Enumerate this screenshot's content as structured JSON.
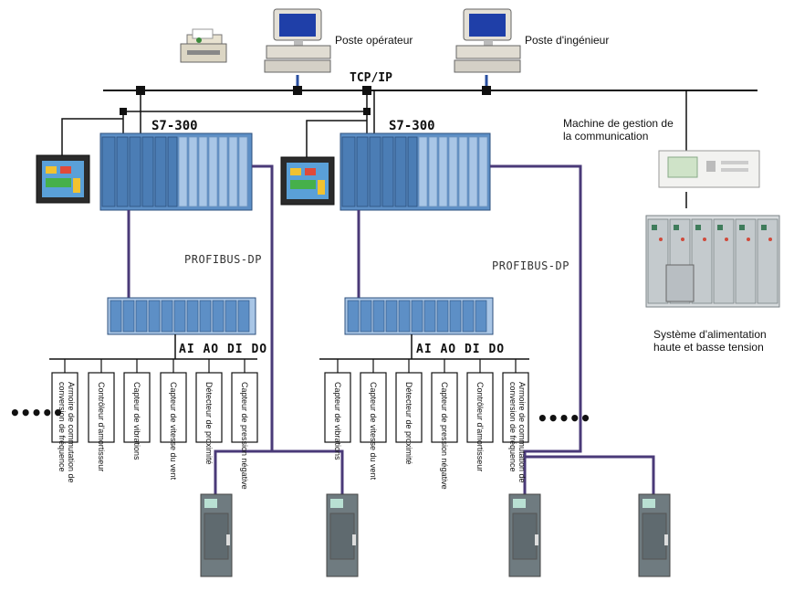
{
  "labels": {
    "poste_operateur": "Poste opérateur",
    "poste_ingenieur": "Poste d'ingénieur",
    "tcp_ip": "TCP/IP",
    "machine_gestion": "Machine de gestion de\nla communication",
    "systeme_alim": "Système d'alimentation\nhaute et basse tension",
    "s7_left": "S7-300",
    "s7_right": "S7-300",
    "profibus_left": "PROFIBUS-DP",
    "profibus_right": "PROFIBUS-DP",
    "io_left": "AI AO DI DO",
    "io_right": "AI AO DI DO",
    "ellipsis_left": "•••••",
    "ellipsis_right": "•••••"
  },
  "devices_left": [
    "Armoire de commutation de\nconversion de fréquence",
    "Contrôleur d'amortisseur",
    "Capteur de vibrations",
    "Capteur de vitesse du vent",
    "Détecteur de proximité",
    "Capteur de pression négative"
  ],
  "devices_right": [
    "Capteur de vibrations",
    "Capteur de vitesse du vent",
    "Détecteur de proximité",
    "Capteur de pression négative",
    "Contrôleur d'amortisseur",
    "Armoire de commutation de\nconversion de fréquence"
  ],
  "colors": {
    "bus": "#111111",
    "profibus_line": "#4a3a78",
    "plc_blue": "#5d8fc6",
    "plc_light": "#a9c6e6",
    "cabinet": "#6f7b80"
  }
}
